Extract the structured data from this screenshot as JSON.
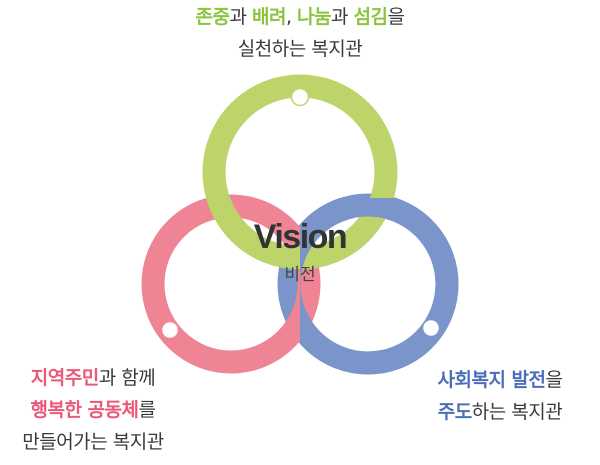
{
  "center": {
    "title": "Vision",
    "subtitle": "비전"
  },
  "top_text": {
    "line1": [
      {
        "text": "존중",
        "bold": true
      },
      {
        "text": "과 ",
        "bold": false
      },
      {
        "text": "배려",
        "bold": true
      },
      {
        "text": ", ",
        "bold": false
      },
      {
        "text": "나눔",
        "bold": true
      },
      {
        "text": "과 ",
        "bold": false
      },
      {
        "text": "섬김",
        "bold": true
      },
      {
        "text": "을",
        "bold": false
      }
    ],
    "line2": "실천하는 복지관"
  },
  "left_text": {
    "line1": [
      {
        "text": "지역주민",
        "bold": true
      },
      {
        "text": "과 함께",
        "bold": false
      }
    ],
    "line2": [
      {
        "text": "행복한 공동체",
        "bold": true
      },
      {
        "text": "를",
        "bold": false
      }
    ],
    "line3": "만들어가는 복지관"
  },
  "right_text": {
    "line1": [
      {
        "text": "사회복지 발전",
        "bold": true
      },
      {
        "text": "을",
        "bold": false
      }
    ],
    "line2": [
      {
        "text": "주도",
        "bold": true
      },
      {
        "text": "하는 복지관",
        "bold": false
      }
    ]
  },
  "colors": {
    "green": "#bcd46a",
    "pink": "#ef8594",
    "blue": "#7b95ca",
    "green_text": "#8cc43f",
    "pink_text": "#ea5a78",
    "blue_text": "#4d6fb8"
  }
}
